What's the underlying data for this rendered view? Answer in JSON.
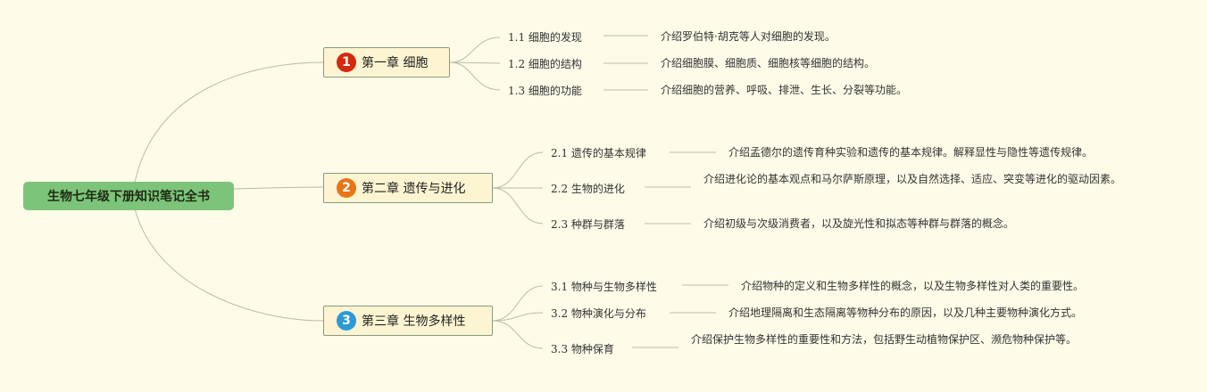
{
  "root": {
    "title": "生物七年级下册知识笔记全书"
  },
  "colors": {
    "chapter_badges": [
      "#d42a10",
      "#e8751a",
      "#2b9ad6"
    ]
  },
  "chapters": [
    {
      "num": "1",
      "title": "第一章 细胞",
      "topics": [
        {
          "label": "1.1 细胞的发现",
          "desc": "介绍罗伯特·胡克等人对细胞的发现。"
        },
        {
          "label": "1.2 细胞的结构",
          "desc": "介绍细胞膜、细胞质、细胞核等细胞的结构。"
        },
        {
          "label": "1.3 细胞的功能",
          "desc": "介绍细胞的营养、呼吸、排泄、生长、分裂等功能。"
        }
      ]
    },
    {
      "num": "2",
      "title": "第二章 遗传与进化",
      "topics": [
        {
          "label": "2.1 遗传的基本规律",
          "desc": "介绍孟德尔的遗传育种实验和遗传的基本规律。解释显性与隐性等遗传规律。"
        },
        {
          "label": "2.2 生物的进化",
          "desc": "介绍进化论的基本观点和马尔萨斯原理，以及自然选择、适应、突变等进化的驱动因素。"
        },
        {
          "label": "2.3 种群与群落",
          "desc": "介绍初级与次级消费者，以及旋光性和拟态等种群与群落的概念。"
        }
      ]
    },
    {
      "num": "3",
      "title": "第三章 生物多样性",
      "topics": [
        {
          "label": "3.1 物种与生物多样性",
          "desc": "介绍物种的定义和生物多样性的概念，以及生物多样性对人类的重要性。"
        },
        {
          "label": "3.2 物种演化与分布",
          "desc": "介绍地理隔离和生态隔离等物种分布的原因，以及几种主要物种演化方式。"
        },
        {
          "label": "3.3 物种保育",
          "desc": "介绍保护生物多样性的重要性和方法，包括野生动植物保护区、濒危物种保护等。"
        }
      ]
    }
  ]
}
